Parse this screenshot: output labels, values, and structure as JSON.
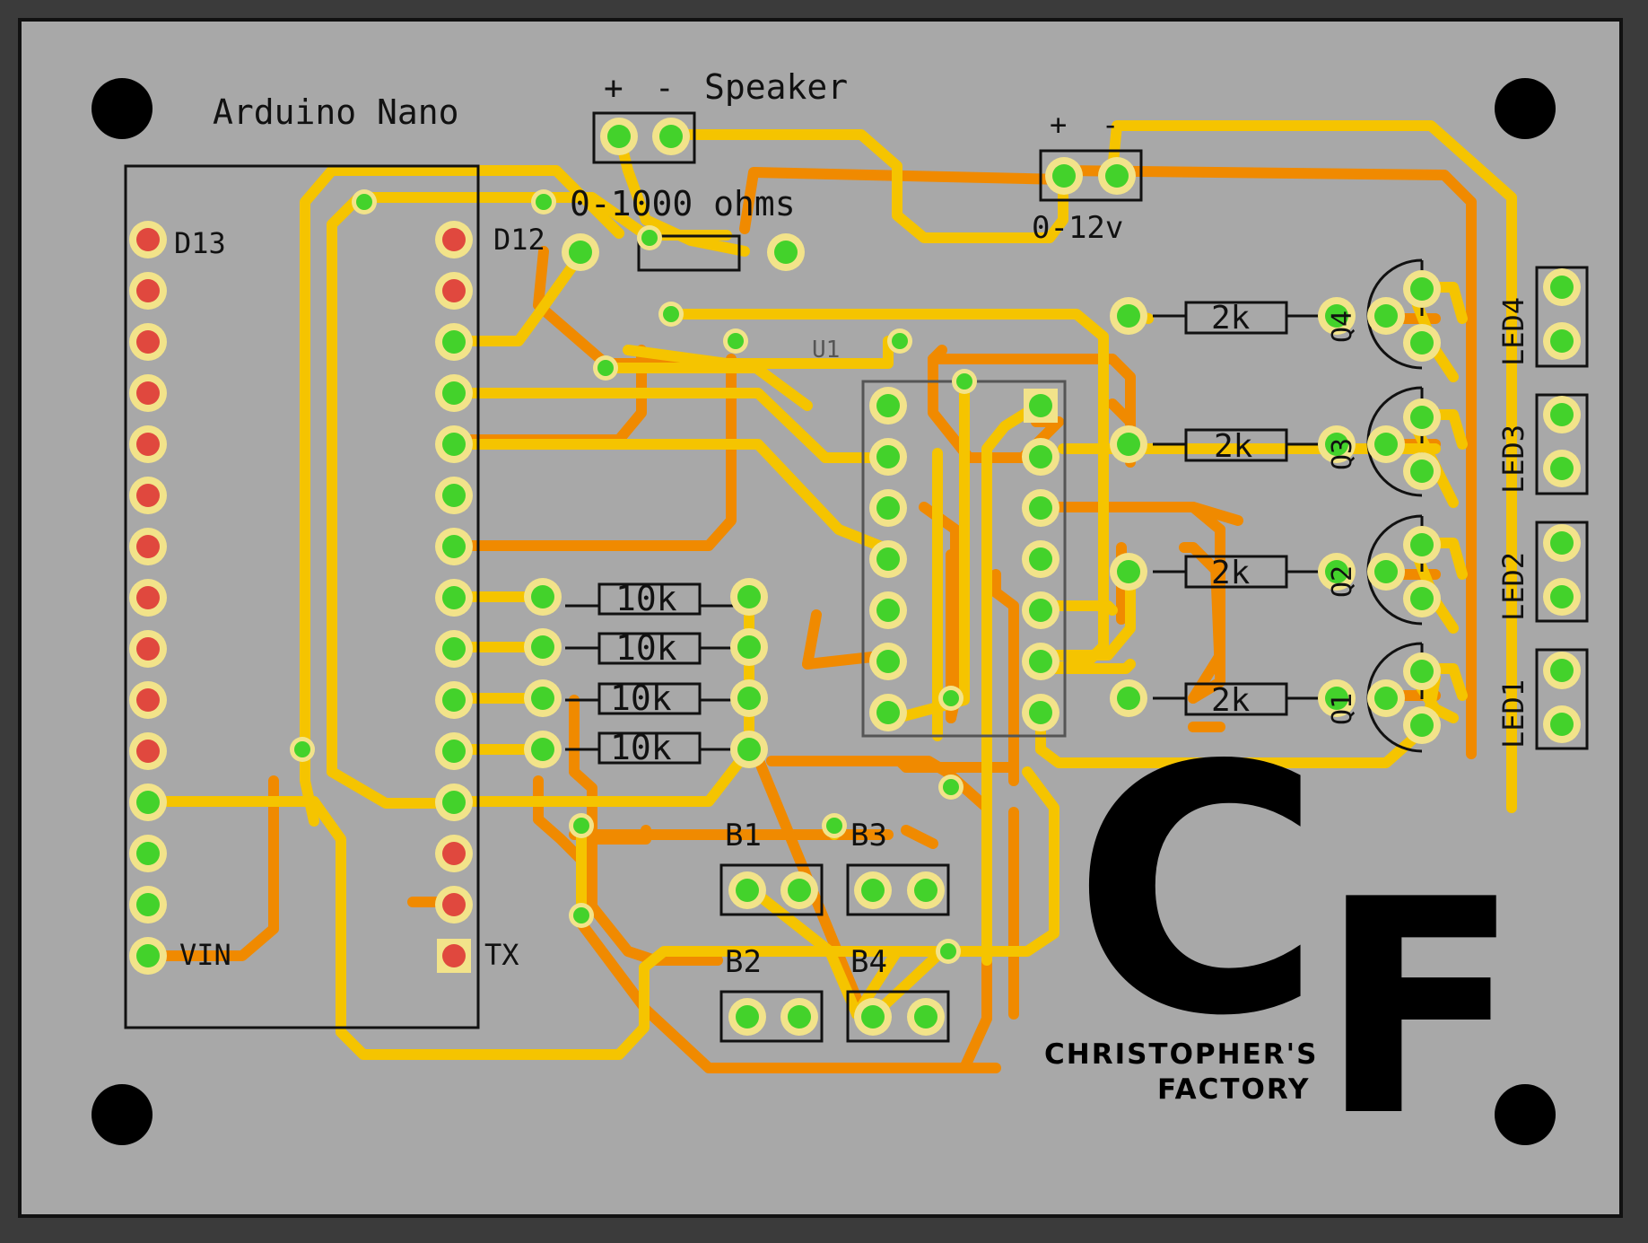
{
  "board": {
    "title": "Arduino Nano",
    "pin_labels": {
      "d13": "D13",
      "d12": "D12",
      "vin": "VIN",
      "tx": "TX"
    },
    "ic_label": "U1"
  },
  "speaker": {
    "plus": "+",
    "minus": "-",
    "label": "Speaker"
  },
  "power": {
    "plus": "+",
    "minus": "-",
    "label": "0-12v"
  },
  "pot": {
    "label": "0-1000 ohms"
  },
  "resistors_10k": [
    "10k",
    "10k",
    "10k",
    "10k"
  ],
  "resistors_2k": [
    "2k",
    "2k",
    "2k",
    "2k"
  ],
  "transistors": [
    "Q4",
    "Q3",
    "Q2",
    "Q1"
  ],
  "leds": [
    "LED4",
    "LED3",
    "LED2",
    "LED1"
  ],
  "buttons": [
    "B1",
    "B3",
    "B2",
    "B4"
  ],
  "logo": {
    "monogram": "CF",
    "line1": "CHRISTOPHER'S",
    "line2": "FACTORY"
  },
  "colors": {
    "board": "#a8a8a8",
    "top_trace": "#f5c400",
    "bottom_trace": "#f08a00",
    "pad_outer": "#f2e38a",
    "pad_green": "#43d22b",
    "pad_red": "#e0483e"
  }
}
